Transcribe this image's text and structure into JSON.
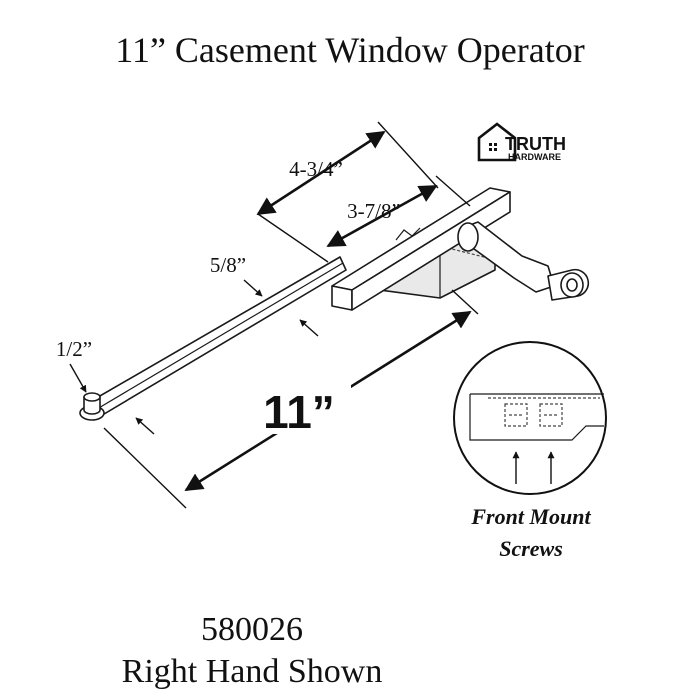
{
  "title": "11” Casement Window Operator",
  "logo": {
    "brand_line1": "TRUTH",
    "brand_line2": "HARDWARE",
    "icon": "house-logo-icon"
  },
  "dimensions": {
    "overall_length": "11”",
    "upper_span": "4-3/4”",
    "mid_span": "3-7/8”",
    "arm_width": "5/8”",
    "stud_size": "1/2”"
  },
  "detail": {
    "caption_line1": "Front Mount",
    "caption_line2": "Screws"
  },
  "footer": {
    "part_number": "580026",
    "hand_note": "Right Hand Shown"
  }
}
